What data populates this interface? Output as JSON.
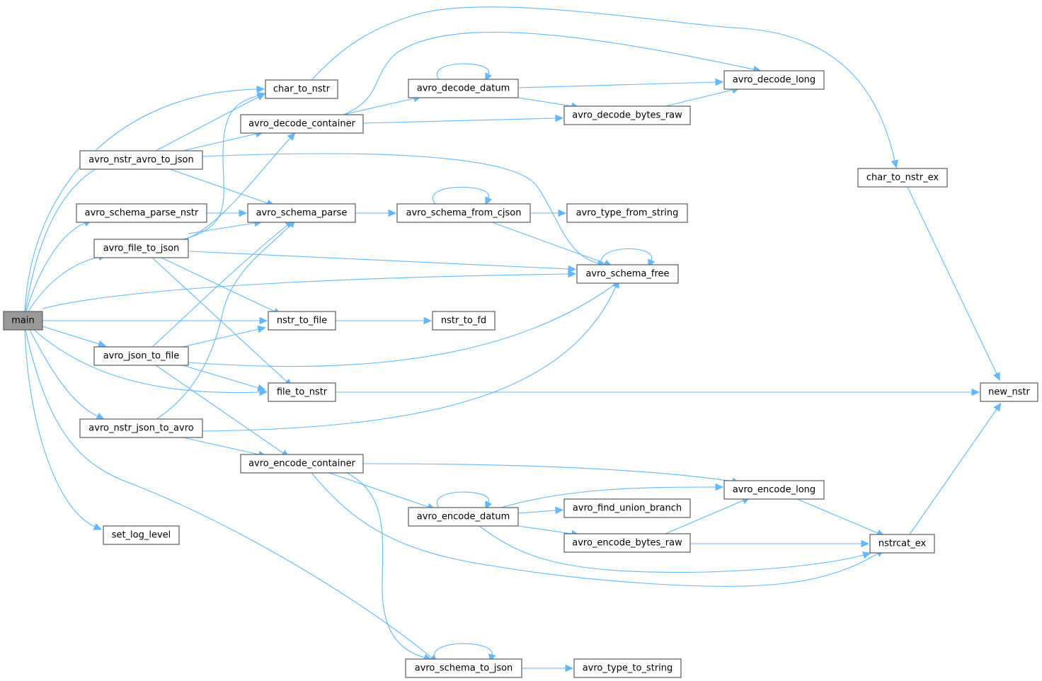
{
  "diagram": {
    "type": "call-graph",
    "root": "main",
    "colors": {
      "edge": "#63b8ff",
      "node_border": "#666666",
      "root_fill": "#999999",
      "node_fill": "#ffffff"
    },
    "nodes": [
      {
        "id": "main",
        "label": "main"
      },
      {
        "id": "char_to_nstr",
        "label": "char_to_nstr"
      },
      {
        "id": "avro_decode_container",
        "label": "avro_decode_container"
      },
      {
        "id": "avro_nstr_avro_to_json",
        "label": "avro_nstr_avro_to_json"
      },
      {
        "id": "avro_schema_parse_nstr",
        "label": "avro_schema_parse_nstr"
      },
      {
        "id": "avro_schema_parse",
        "label": "avro_schema_parse"
      },
      {
        "id": "avro_file_to_json",
        "label": "avro_file_to_json"
      },
      {
        "id": "nstr_to_file",
        "label": "nstr_to_file"
      },
      {
        "id": "avro_json_to_file",
        "label": "avro_json_to_file"
      },
      {
        "id": "file_to_nstr",
        "label": "file_to_nstr"
      },
      {
        "id": "avro_nstr_json_to_avro",
        "label": "avro_nstr_json_to_avro"
      },
      {
        "id": "avro_encode_container",
        "label": "avro_encode_container"
      },
      {
        "id": "set_log_level",
        "label": "set_log_level"
      },
      {
        "id": "avro_decode_datum",
        "label": "avro_decode_datum"
      },
      {
        "id": "avro_decode_bytes_raw",
        "label": "avro_decode_bytes_raw"
      },
      {
        "id": "avro_decode_long",
        "label": "avro_decode_long"
      },
      {
        "id": "avro_schema_from_cjson",
        "label": "avro_schema_from_cjson"
      },
      {
        "id": "avro_type_from_string",
        "label": "avro_type_from_string"
      },
      {
        "id": "avro_schema_free",
        "label": "avro_schema_free"
      },
      {
        "id": "nstr_to_fd",
        "label": "nstr_to_fd"
      },
      {
        "id": "avro_encode_datum",
        "label": "avro_encode_datum"
      },
      {
        "id": "avro_find_union_branch",
        "label": "avro_find_union_branch"
      },
      {
        "id": "avro_encode_bytes_raw",
        "label": "avro_encode_bytes_raw"
      },
      {
        "id": "avro_encode_long",
        "label": "avro_encode_long"
      },
      {
        "id": "nstrcat_ex",
        "label": "nstrcat_ex"
      },
      {
        "id": "avro_schema_to_json",
        "label": "avro_schema_to_json"
      },
      {
        "id": "avro_type_to_string",
        "label": "avro_type_to_string"
      },
      {
        "id": "char_to_nstr_ex",
        "label": "char_to_nstr_ex"
      },
      {
        "id": "new_nstr",
        "label": "new_nstr"
      }
    ],
    "edges": [
      {
        "from": "main",
        "to": "char_to_nstr"
      },
      {
        "from": "main",
        "to": "avro_nstr_avro_to_json"
      },
      {
        "from": "main",
        "to": "avro_schema_parse_nstr"
      },
      {
        "from": "main",
        "to": "avro_file_to_json"
      },
      {
        "from": "main",
        "to": "avro_schema_free"
      },
      {
        "from": "main",
        "to": "nstr_to_file"
      },
      {
        "from": "main",
        "to": "avro_json_to_file"
      },
      {
        "from": "main",
        "to": "file_to_nstr"
      },
      {
        "from": "main",
        "to": "avro_nstr_json_to_avro"
      },
      {
        "from": "main",
        "to": "set_log_level"
      },
      {
        "from": "main",
        "to": "avro_schema_to_json"
      },
      {
        "from": "avro_nstr_avro_to_json",
        "to": "char_to_nstr"
      },
      {
        "from": "avro_nstr_avro_to_json",
        "to": "avro_decode_container"
      },
      {
        "from": "avro_nstr_avro_to_json",
        "to": "avro_schema_parse"
      },
      {
        "from": "avro_nstr_avro_to_json",
        "to": "avro_schema_free"
      },
      {
        "from": "avro_schema_parse_nstr",
        "to": "avro_schema_parse"
      },
      {
        "from": "avro_file_to_json",
        "to": "char_to_nstr"
      },
      {
        "from": "avro_file_to_json",
        "to": "avro_decode_container"
      },
      {
        "from": "avro_file_to_json",
        "to": "avro_schema_parse"
      },
      {
        "from": "avro_file_to_json",
        "to": "avro_schema_free"
      },
      {
        "from": "avro_file_to_json",
        "to": "nstr_to_file"
      },
      {
        "from": "avro_file_to_json",
        "to": "file_to_nstr"
      },
      {
        "from": "avro_json_to_file",
        "to": "avro_schema_parse"
      },
      {
        "from": "avro_json_to_file",
        "to": "nstr_to_file"
      },
      {
        "from": "avro_json_to_file",
        "to": "avro_schema_free"
      },
      {
        "from": "avro_json_to_file",
        "to": "file_to_nstr"
      },
      {
        "from": "avro_json_to_file",
        "to": "avro_encode_container"
      },
      {
        "from": "avro_nstr_json_to_avro",
        "to": "avro_schema_parse"
      },
      {
        "from": "avro_nstr_json_to_avro",
        "to": "avro_schema_free"
      },
      {
        "from": "avro_nstr_json_to_avro",
        "to": "avro_encode_container"
      },
      {
        "from": "char_to_nstr",
        "to": "char_to_nstr_ex"
      },
      {
        "from": "avro_decode_container",
        "to": "avro_decode_datum"
      },
      {
        "from": "avro_decode_container",
        "to": "avro_decode_bytes_raw"
      },
      {
        "from": "avro_decode_container",
        "to": "avro_decode_long"
      },
      {
        "from": "avro_decode_datum",
        "to": "avro_decode_datum"
      },
      {
        "from": "avro_decode_datum",
        "to": "avro_decode_long"
      },
      {
        "from": "avro_decode_datum",
        "to": "avro_decode_bytes_raw"
      },
      {
        "from": "avro_decode_bytes_raw",
        "to": "avro_decode_long"
      },
      {
        "from": "avro_schema_parse",
        "to": "avro_schema_from_cjson"
      },
      {
        "from": "avro_schema_from_cjson",
        "to": "avro_schema_from_cjson"
      },
      {
        "from": "avro_schema_from_cjson",
        "to": "avro_type_from_string"
      },
      {
        "from": "avro_schema_from_cjson",
        "to": "avro_schema_free"
      },
      {
        "from": "avro_schema_free",
        "to": "avro_schema_free"
      },
      {
        "from": "nstr_to_file",
        "to": "nstr_to_fd"
      },
      {
        "from": "file_to_nstr",
        "to": "new_nstr"
      },
      {
        "from": "avro_encode_container",
        "to": "avro_encode_long"
      },
      {
        "from": "avro_encode_container",
        "to": "avro_encode_datum"
      },
      {
        "from": "avro_encode_container",
        "to": "nstrcat_ex"
      },
      {
        "from": "avro_encode_container",
        "to": "avro_schema_to_json"
      },
      {
        "from": "avro_encode_datum",
        "to": "avro_encode_datum"
      },
      {
        "from": "avro_encode_datum",
        "to": "avro_encode_long"
      },
      {
        "from": "avro_encode_datum",
        "to": "avro_find_union_branch"
      },
      {
        "from": "avro_encode_datum",
        "to": "avro_encode_bytes_raw"
      },
      {
        "from": "avro_encode_datum",
        "to": "nstrcat_ex"
      },
      {
        "from": "avro_encode_bytes_raw",
        "to": "avro_encode_long"
      },
      {
        "from": "avro_encode_bytes_raw",
        "to": "nstrcat_ex"
      },
      {
        "from": "avro_encode_long",
        "to": "nstrcat_ex"
      },
      {
        "from": "nstrcat_ex",
        "to": "new_nstr"
      },
      {
        "from": "avro_schema_to_json",
        "to": "avro_schema_to_json"
      },
      {
        "from": "avro_schema_to_json",
        "to": "avro_type_to_string"
      },
      {
        "from": "char_to_nstr_ex",
        "to": "new_nstr"
      }
    ]
  }
}
